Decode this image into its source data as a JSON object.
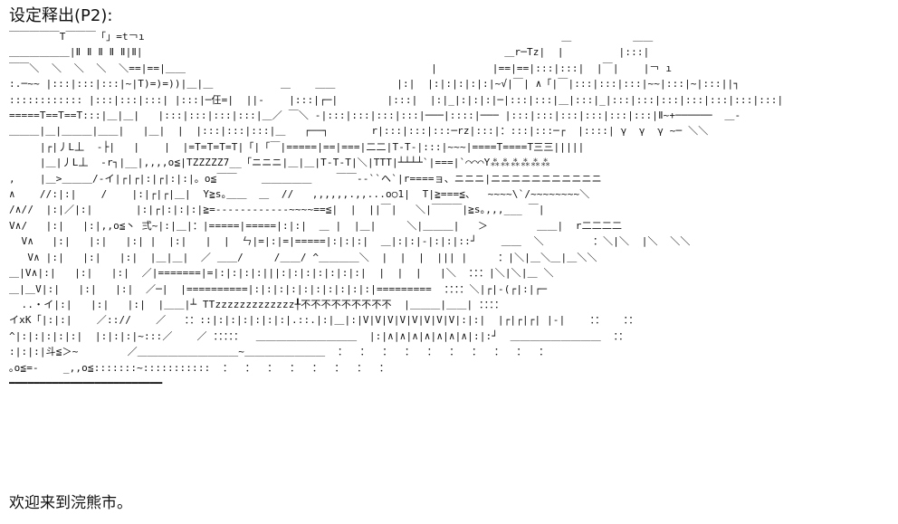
{
  "title": "设定释出(P2):",
  "art_lines": [
    "￣￣￣￣￣T￣￣￣「」=t￢ı                                                                    ＿          ＿＿",
    "＿＿＿＿＿＿|Ⅱ Ⅱ Ⅱ Ⅱ Ⅱ|Ⅱ|                                                           ＿r─Tz|  |         |:::|",
    "￣￣＼  ＼  ＼  ＼  ＼==|==|＿＿                                        |         |==|==|:::|:::|  |￣|    |￢ ı",
    ":.─~~ |:::|:::|:::|~|T)=)=))|＿|＿           ＿    ＿＿          |:|  |:|:|:|:|:|~√|￣| ∧「|￣|:::|:::|:::|~~|:::|~|:::||┐",
    ":::::::::::: |:::|:::|:::| |:::|─仼=|  ||-    |:::|┌─|        |:::|  |:|_|:|:|:|─|:::|:::|＿|:::|_|:::|:::|:::|:::|:::|:::|:::|",
    "=====T==T==T:::|＿|＿|   |:::|:::|:::|:::|＿／ ￣＼ -|:::|:::|:::|:::|───|::::|─── |:::|:::|:::|:::|:::|:::|Ⅱ~+──────  ＿-",
    "＿＿＿|＿|＿＿＿|＿＿|   |＿|  |  |:::|:::|:::|＿   ┌──┐       r|:::|:::|:::─rz|:::|：:::|:::─┌  |::::| γ  γ  γ ~─ ＼＼",
    "     |┌|丿L丄  -├|   |    |  |=T=T=T=T|「|「￣|=====|==|===|二二|T-T-|:::|~~~|====T====T三三|||||",
    "     |＿|丿L丄  ‐r┐|__|,,,,o≦|TZZZZZ7__「ニニニ|＿|＿|T-T-T|＼|TTT|┴┴┴┴`|===|`⌒⌒⌒Y⁂⁂⁂⁂⁂⁂",
    ",    |＿>＿＿＿/-イ|┌|┌|:|┌|:|:|。o≦￣￣    ＿＿＿＿＿    ￣￣‐-``ヘ`|r====ョ、ニニニ|ニニニニニニニニニニニ",
    "∧    //:|:|    /    |:|┌|┌|＿|  Y≧s｡＿＿  ＿  //   ,,,,,,.,,...o○1|  T|≧===≦、  ~~~~\\`/~~~~~~~~＼",
    "/∧//  |:|／|:|       |:|┌|:|:|:|≧=------------~~~~==≦|  |  ||￣|   ＼|￣￣￣|≧s｡,,,___ ￣|",
    "V∧/   |:|   |:|,,o≦丶 弍~|:|＿|：|=====|=====|:|:|  ＿ |  |＿|     ＼|＿＿＿|   ＞        ＿＿|  r二二二二",
    "  V∧   |:|   |:|   |:| |  |:|   |  |  ㄣ|=|:|=|=====|:|:|:|  ＿|:|:|-|:|:|::┘    ＿＿  ＼        ：＼|＼  |＼  ＼＼",
    "   V∧ |:|   |:|   |:|  |＿|＿|  ／ ＿＿/     /＿＿/ ^＿＿＿＿＼  |  |  |  ||| |     ：|＼|＿＼＿|＿＼＼",
    "＿|V∧|:|   |:|   |:|  ／|=======|=|:|:|:|:|||:|:|:|:|:|:|:|  |  |  |   |＼  ：：：|＼|＼|＿ ＼",
    "＿|＿V|:|   |:|   |:|  ／─|  |==========|:|:|:|:|:|:|:|:|:|:|=========  ：：：：＼|┌|-(┌|:|┌─",
    "  ..・イ|:|   |:|   |:|  |＿＿|┴ TTzzzzzzzzzzzzz╀不不不不不不不不不  |＿＿＿|＿＿| ：：：：",
    "イxK「|:|:|    ／:://    ／   ：：::|:|:|:|:|:|:|.::.|:|＿|:|V|V|V|V|V|V|V|V|:|:|  |┌|┌|┌| |-|    ：：   ：：",
    "^|:|:|:|:|:|  |:|:|:|~:::／    ／ ：：：：：  ＿＿＿＿＿＿＿＿＿＿  |:|∧|∧|∧|∧|∧|∧|∧|:|:┘  ＿＿＿＿＿＿＿＿＿  ：：",
    ":|:|:|斗≦＞~        ／＿＿＿＿＿＿＿＿＿＿~＿＿＿＿＿＿＿＿  ：  ：  ：  ：  ：  ：  ：  ：  ：  ：",
    "｡o≦=-    _,,o≦:::::::~:::::::::::  ：  ：  ：  ：  ：  ：  ：  ：",
    "━━━━━━━━━━━━━━━━━━━━━━━━━"
  ],
  "caption": "欢迎来到浣熊市。"
}
